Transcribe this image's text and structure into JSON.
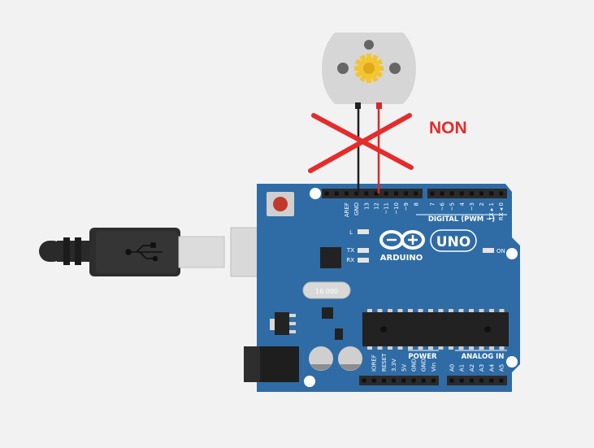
{
  "annotation": {
    "text": "NON",
    "color": "#e52b2b"
  },
  "cross_color": "#e52b2b",
  "wires": {
    "ground_color": "#1e1e1e",
    "power_color": "#d62a2a"
  },
  "board": {
    "color": "#2f6ca5",
    "brand": "ARDUINO",
    "model": "UNO",
    "on_label": "ON",
    "l_label": "L",
    "tx_label": "TX",
    "rx_label": "RX",
    "digital_title": "DIGITAL (PWM ~)",
    "power_title": "POWER",
    "analog_title": "ANALOG IN",
    "crystal_label": "16.000",
    "digital_pins": [
      "AREF",
      "GND",
      "13",
      "12",
      "~11",
      "~10",
      "~9",
      "8",
      "7",
      "~6",
      "~5",
      "4",
      "~3",
      "2",
      "TX ▸ 1",
      "RX ◂ 0"
    ],
    "power_pins": [
      "IOREF",
      "RESET",
      "3.3V",
      "5V",
      "GND",
      "GND",
      "Vin"
    ],
    "analog_pins": [
      "A0",
      "A1",
      "A2",
      "A3",
      "A4",
      "A5"
    ]
  },
  "motor": {
    "body_color": "#d6d6d6",
    "gear_color": "#f2c531"
  }
}
